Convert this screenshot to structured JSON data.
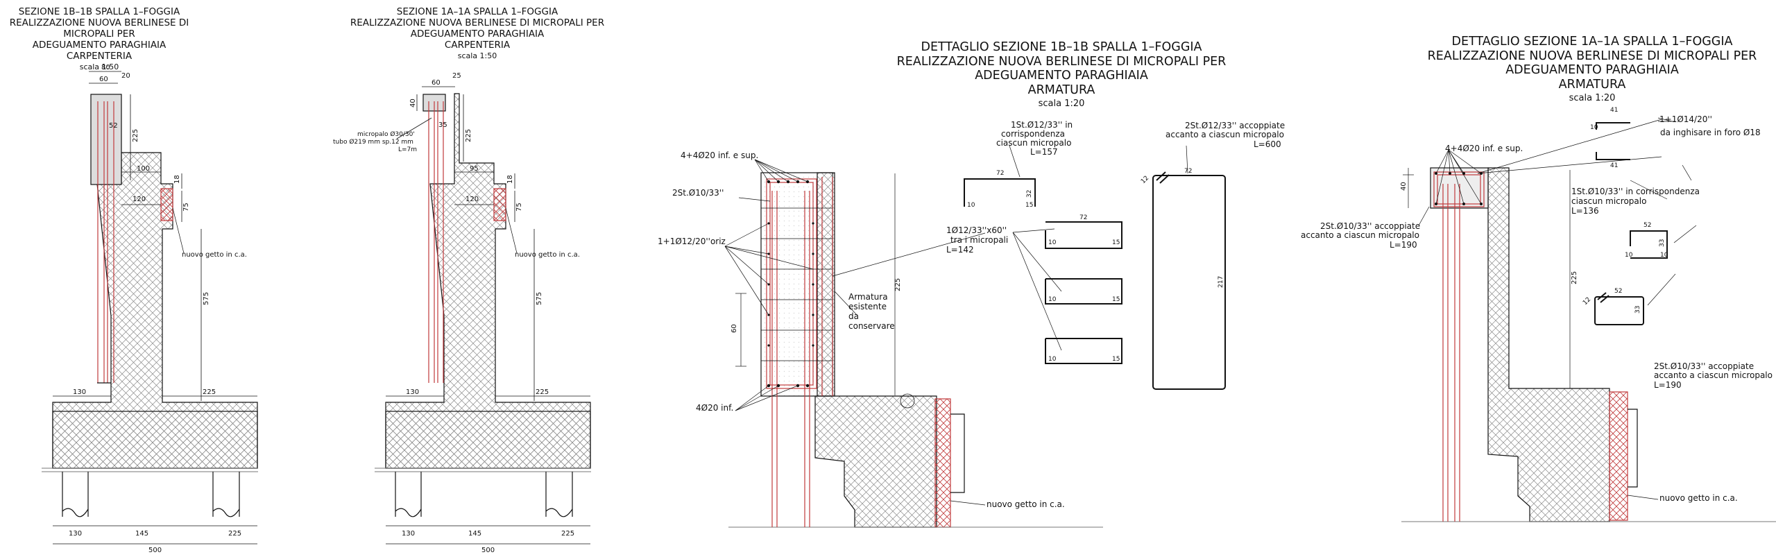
{
  "titles": {
    "carp_1b": {
      "line1": "SEZIONE 1B–1B SPALLA 1–FOGGIA",
      "line2": "REALIZZAZIONE NUOVA BERLINESE DI MICROPALI PER",
      "line3": "ADEGUAMENTO PARAGHIAIA",
      "line4": "CARPENTERIA",
      "scale": "scala 1:50"
    },
    "carp_1a": {
      "line1": "SEZIONE 1A–1A SPALLA 1–FOGGIA",
      "line2": "REALIZZAZIONE NUOVA BERLINESE DI MICROPALI PER",
      "line3": "ADEGUAMENTO PARAGHIAIA",
      "line4": "CARPENTERIA",
      "scale": "scala 1:50"
    },
    "det_1b": {
      "line1": "DETTAGLIO SEZIONE 1B–1B SPALLA 1–FOGGIA",
      "line2": "REALIZZAZIONE NUOVA BERLINESE DI MICROPALI PER",
      "line3": "ADEGUAMENTO PARAGHIAIA",
      "line4": "ARMATURA",
      "scale": "scala 1:20"
    },
    "det_1a": {
      "line1": "DETTAGLIO SEZIONE 1A–1A SPALLA 1–FOGGIA",
      "line2": "REALIZZAZIONE NUOVA BERLINESE DI MICROPALI PER",
      "line3": "ADEGUAMENTO PARAGHIAIA",
      "line4": "ARMATURA",
      "scale": "scala 1:20"
    }
  },
  "carp_1b_dims": {
    "d80": "80",
    "d60": "60",
    "d20": "20",
    "d225": "225",
    "d52": "52",
    "d100": "100",
    "d18": "18",
    "d120": "120",
    "d75": "75",
    "d575": "575",
    "d130": "130",
    "d225b": "225",
    "b130": "130",
    "b145": "145",
    "b225": "225",
    "b500": "500",
    "note": "nuovo getto in c.a."
  },
  "carp_1a_dims": {
    "d60": "60",
    "d25": "25",
    "d40": "40",
    "d35": "35",
    "d225": "225",
    "d95": "95",
    "d18": "18",
    "d120": "120",
    "d75": "75",
    "d575": "575",
    "d130": "130",
    "d225b": "225",
    "b130": "130",
    "b145": "145",
    "b225": "225",
    "b500": "500",
    "note": "nuovo getto in c.a.",
    "micro1": "micropalo Ø30/30'",
    "micro2": "tubo Ø219 mm sp.12 mm",
    "micro3": "L=7m"
  },
  "det_1b_labels": {
    "l44": "4+4Ø20  inf. e sup.",
    "lst": "2St.Ø10/33''",
    "loriz": "1+1Ø12/20''oriz",
    "l60": "60",
    "l4": "4Ø20  inf.",
    "l225": "225",
    "arm1": "Armatura",
    "arm2": "esistente",
    "arm3": "da",
    "arm4": "conservare",
    "s1a": "1St.Ø12/33'' in",
    "s1b": "corrispondenza",
    "s1c": "ciascun micropalo",
    "s1d": "L=157",
    "s2a": "1Ø12/33''x60''",
    "s2b": "tra i micropali",
    "s2c": "L=142",
    "s3a": "2St.Ø12/33''  accoppiate",
    "s3b": "accanto a ciascun micropalo",
    "s3c": "L=600",
    "d72a": "72",
    "d10a": "10",
    "d15a": "15",
    "d32a": "32",
    "d72b": "72",
    "d10b": "10",
    "d15b": "15",
    "d10c": "10",
    "d15c": "15",
    "d10d": "10",
    "d15d": "15",
    "d72c": "72",
    "d217": "217",
    "d12": "12",
    "note": "nuovo getto in c.a."
  },
  "det_1a_labels": {
    "l44": "4+4Ø20  inf. e sup.",
    "l40": "40",
    "l225": "225",
    "st1a": "2St.Ø10/33''  accoppiate",
    "st1b": "accanto a ciascun micropalo",
    "st1c": "L=190",
    "h1": "1+1Ø14/20''",
    "h2": "da inghisare in foro Ø18",
    "c1a": "1St.Ø10/33''  in corrispondenza",
    "c1b": "ciascun micropalo",
    "c1c": "L=136",
    "st2a": "2St.Ø10/33''  accoppiate",
    "st2b": "accanto a ciascun micropalo",
    "st2c": "L=190",
    "d41a": "41",
    "d10a": "10",
    "d41b": "41",
    "d52a": "52",
    "d10b": "10",
    "d10c": "10",
    "d33a": "33",
    "d52b": "52",
    "d33b": "33",
    "d12": "12",
    "note": "nuovo getto in c.a."
  }
}
